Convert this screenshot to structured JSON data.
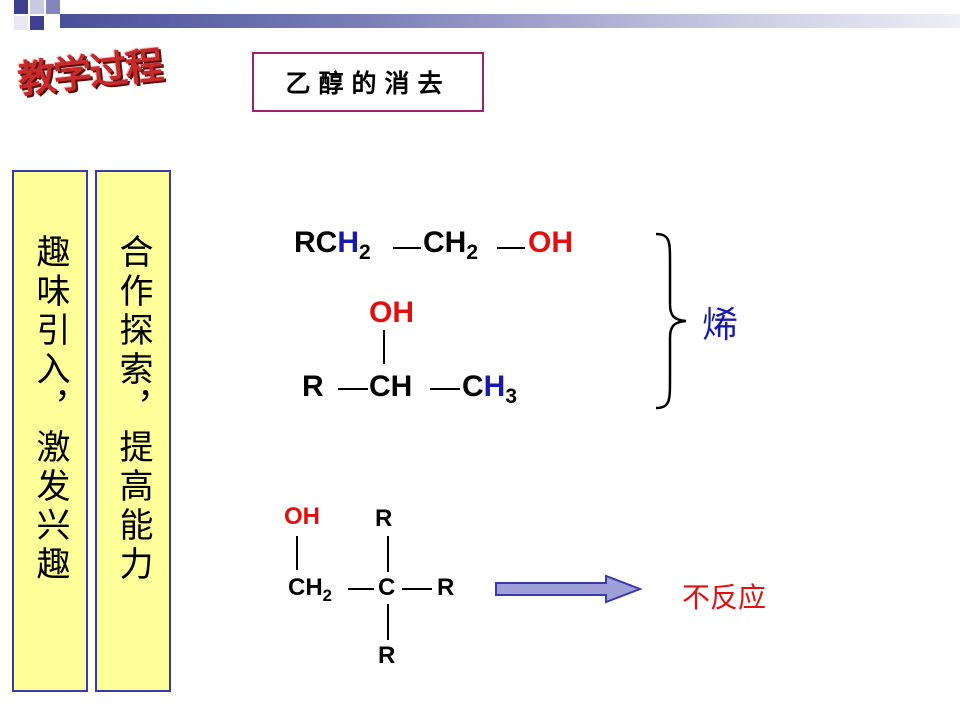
{
  "header": {
    "logo_text": "教学过程",
    "topic": "乙醇的消去"
  },
  "side": {
    "box1": "趣味引入，激发兴趣",
    "box2": "合作探索，提高能力"
  },
  "formula1": {
    "r": "RC",
    "h2a": "H",
    "sub2a": "2",
    "ch2": "CH",
    "sub2b": "2",
    "oh": "OH"
  },
  "formula2": {
    "oh": "OH",
    "r": "R",
    "ch": "CH",
    "c": "C",
    "h3": "H",
    "sub3": "3"
  },
  "product_label": "烯",
  "formula3": {
    "oh": "OH",
    "r_top": "R",
    "ch2": "CH",
    "sub2": "2",
    "c": "C",
    "r_right": "R",
    "r_bottom": "R"
  },
  "result_label": "不反应",
  "colors": {
    "red": "#e01010",
    "blue": "#1a1aa8",
    "box_fill": "#ffff99",
    "box_border": "#3a3aa8",
    "topic_border": "#a0206a",
    "arrow_fill": "#9fa0d8"
  }
}
